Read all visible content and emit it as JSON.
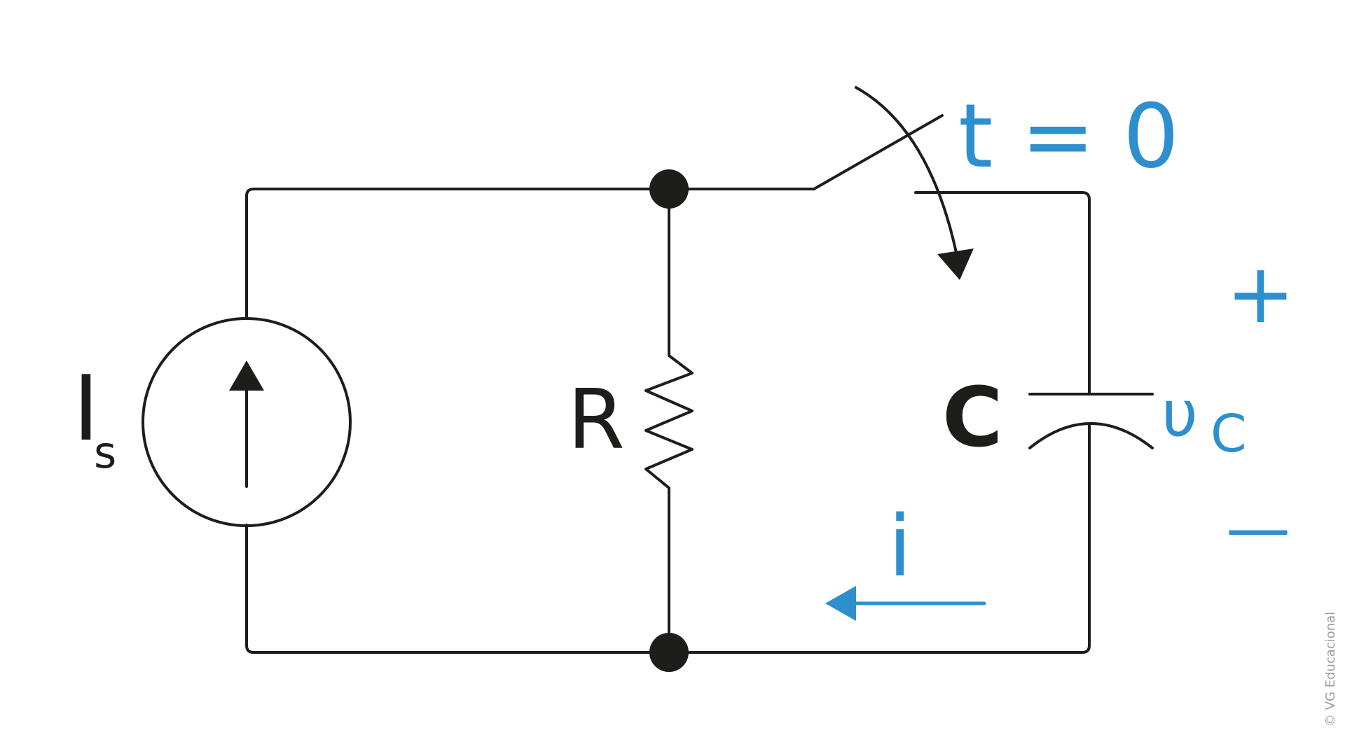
{
  "labels": {
    "source": "I",
    "source_subscript": "s",
    "resistor": "R",
    "capacitor": "C",
    "switch_time": "t = 0",
    "voltage": "υ",
    "voltage_subscript": "C",
    "current": "i",
    "plus": "+",
    "minus": "—"
  },
  "copyright": "© VG Educacional",
  "colors": {
    "wire": "#1d1d1b",
    "accent": "#2e8fcf",
    "copyright": "#9d9d9c"
  }
}
